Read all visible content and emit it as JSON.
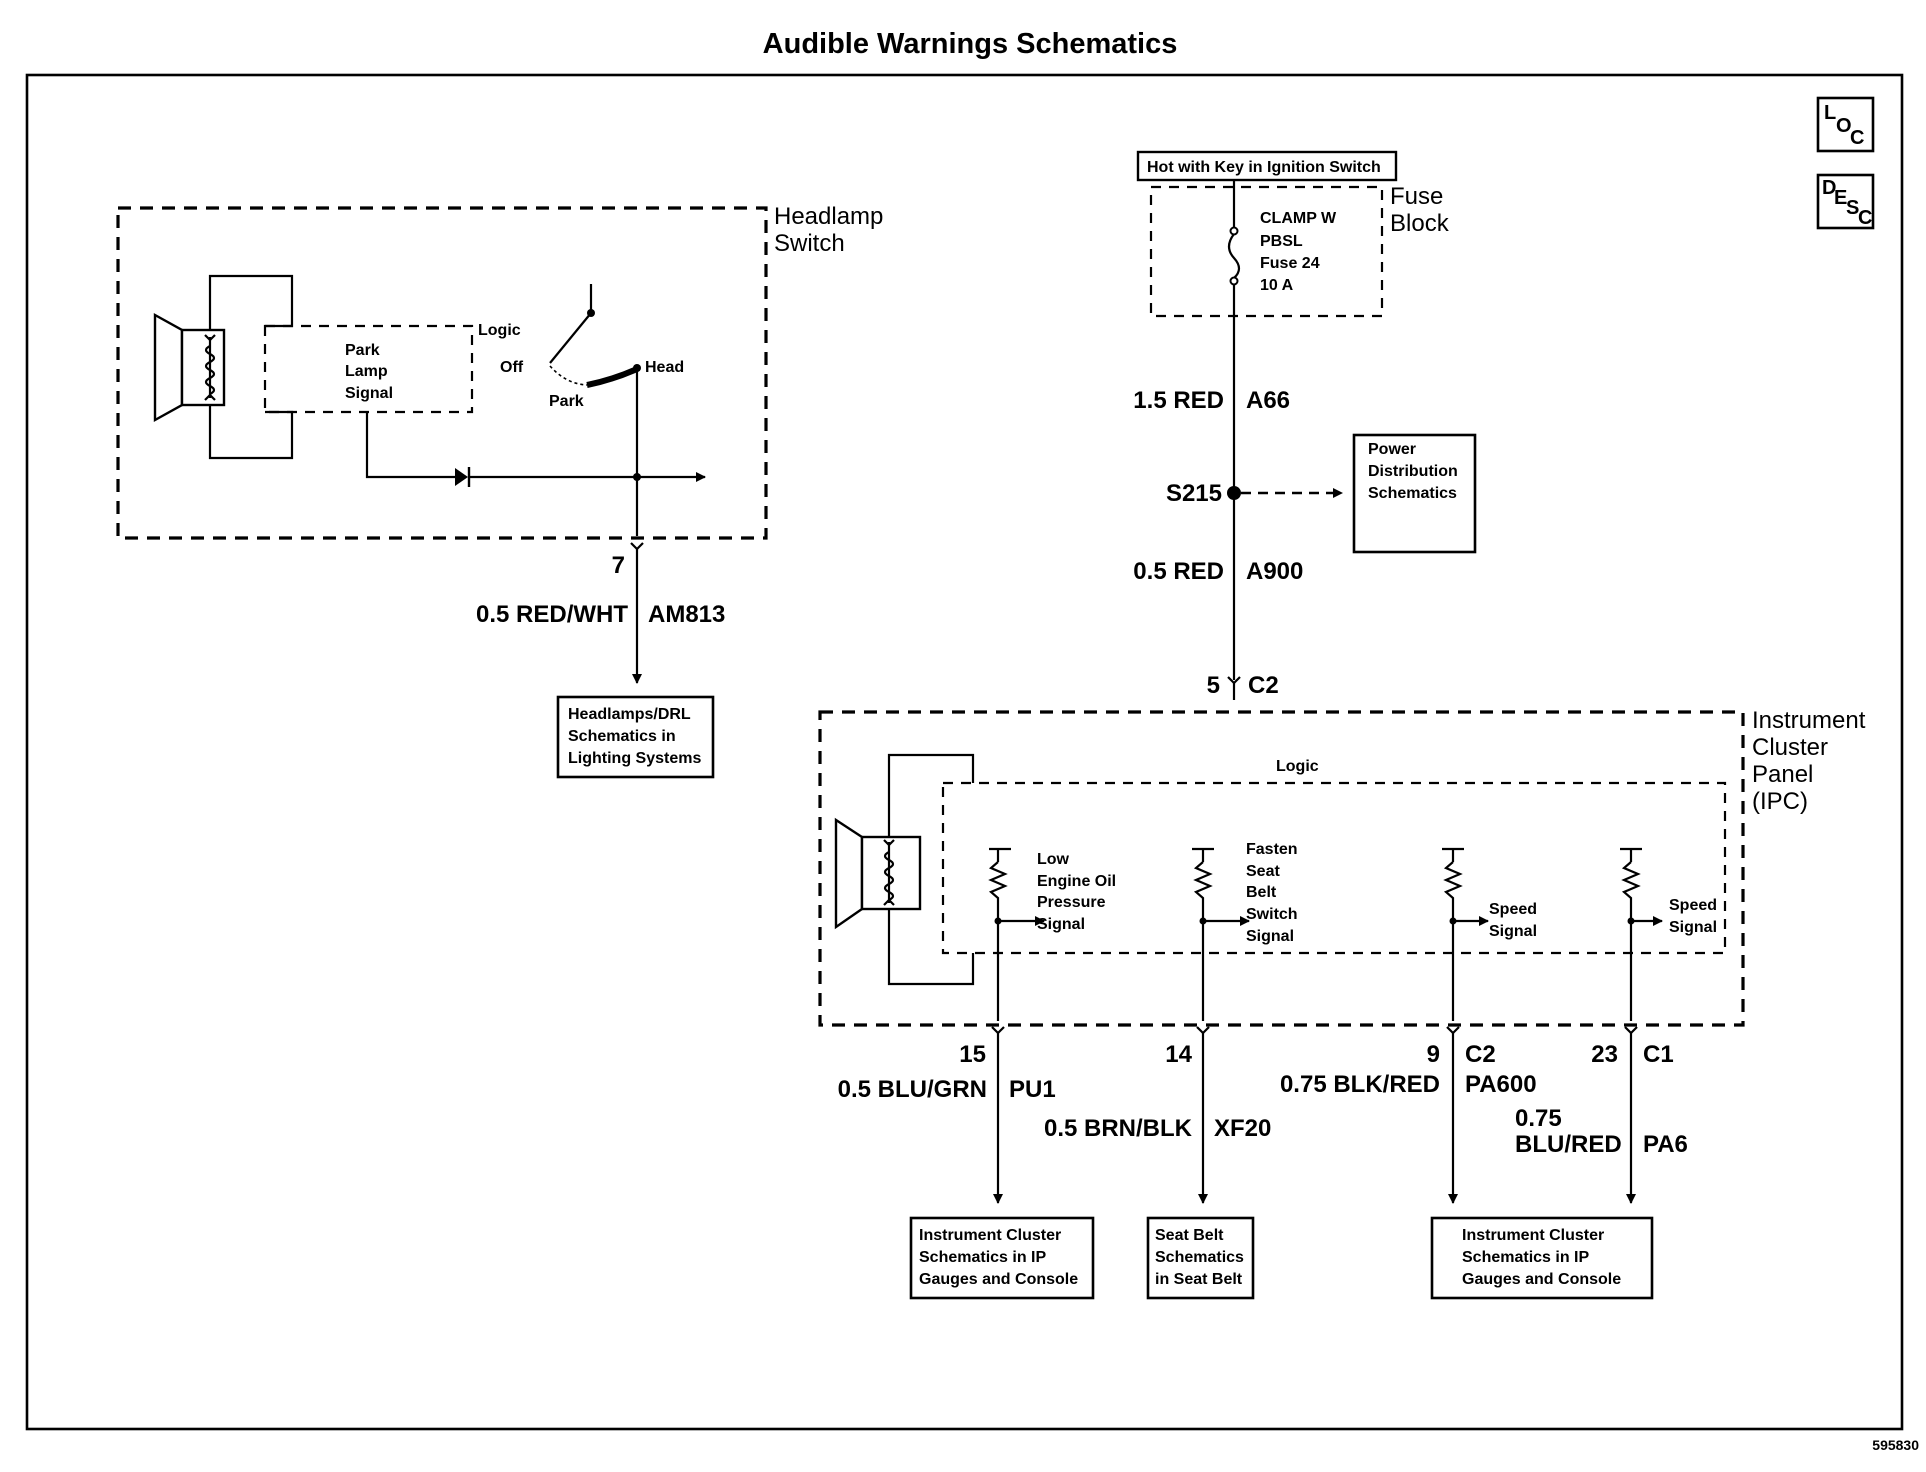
{
  "title": "Audible Warnings Schematics",
  "figure_number": "595830",
  "nav": {
    "loc": [
      "L",
      "O",
      "C"
    ],
    "desc": [
      "D",
      "E",
      "S",
      "C"
    ]
  },
  "headlamp_switch": {
    "name": [
      "Headlamp",
      "Switch"
    ],
    "logic": "Logic",
    "park_lamp_signal": [
      "Park",
      "Lamp",
      "Signal"
    ],
    "switch_positions": {
      "off": "Off",
      "park": "Park",
      "head": "Head"
    },
    "pin": "7"
  },
  "headlamp_circuit": {
    "wire": "0.5 RED/WHT",
    "circuit": "AM813"
  },
  "headlamps_ref": [
    "Headlamps/DRL",
    "Schematics in",
    "Lighting Systems"
  ],
  "power_source": "Hot with Key in Ignition Switch",
  "fuse_block": {
    "name": [
      "Fuse",
      "Block"
    ],
    "fuse": [
      "CLAMP W",
      "PBSL",
      "Fuse 24",
      "10 A"
    ]
  },
  "fuse_circuit": {
    "wire": "1.5 RED",
    "circuit": "A66"
  },
  "splice": "S215",
  "power_dist_ref": [
    "Power",
    "Distribution",
    "Schematics"
  ],
  "ipc_feed": {
    "wire": "0.5 RED",
    "circuit": "A900",
    "pin": "5",
    "connector": "C2"
  },
  "ipc": {
    "name": [
      "Instrument",
      "Cluster",
      "Panel",
      "(IPC)"
    ],
    "logic": "Logic",
    "signals": [
      [
        "Low",
        "Engine Oil",
        "Pressure",
        "Signal"
      ],
      [
        "Fasten",
        "Seat",
        "Belt",
        "Switch",
        "Signal"
      ],
      [
        "Speed",
        "Signal"
      ],
      [
        "Speed",
        "Signal"
      ]
    ]
  },
  "outputs": [
    {
      "pin": "15",
      "connector": "",
      "wire": "0.5 BLU/GRN",
      "circuit": "PU1"
    },
    {
      "pin": "14",
      "connector": "",
      "wire": "0.5 BRN/BLK",
      "circuit": "XF20"
    },
    {
      "pin": "9",
      "connector": "C2",
      "wire": "0.75 BLK/RED",
      "circuit": "PA600"
    },
    {
      "pin": "23",
      "connector": "C1",
      "wire": [
        "0.75",
        "BLU/RED"
      ],
      "circuit": "PA6"
    }
  ],
  "refs": {
    "ipc_a": [
      "Instrument Cluster",
      "Schematics in IP",
      "Gauges and Console"
    ],
    "seat_belt": [
      "Seat Belt",
      "Schematics",
      "in Seat Belt"
    ],
    "ipc_b": [
      "Instrument Cluster",
      "Schematics in IP",
      "Gauges and Console"
    ]
  }
}
